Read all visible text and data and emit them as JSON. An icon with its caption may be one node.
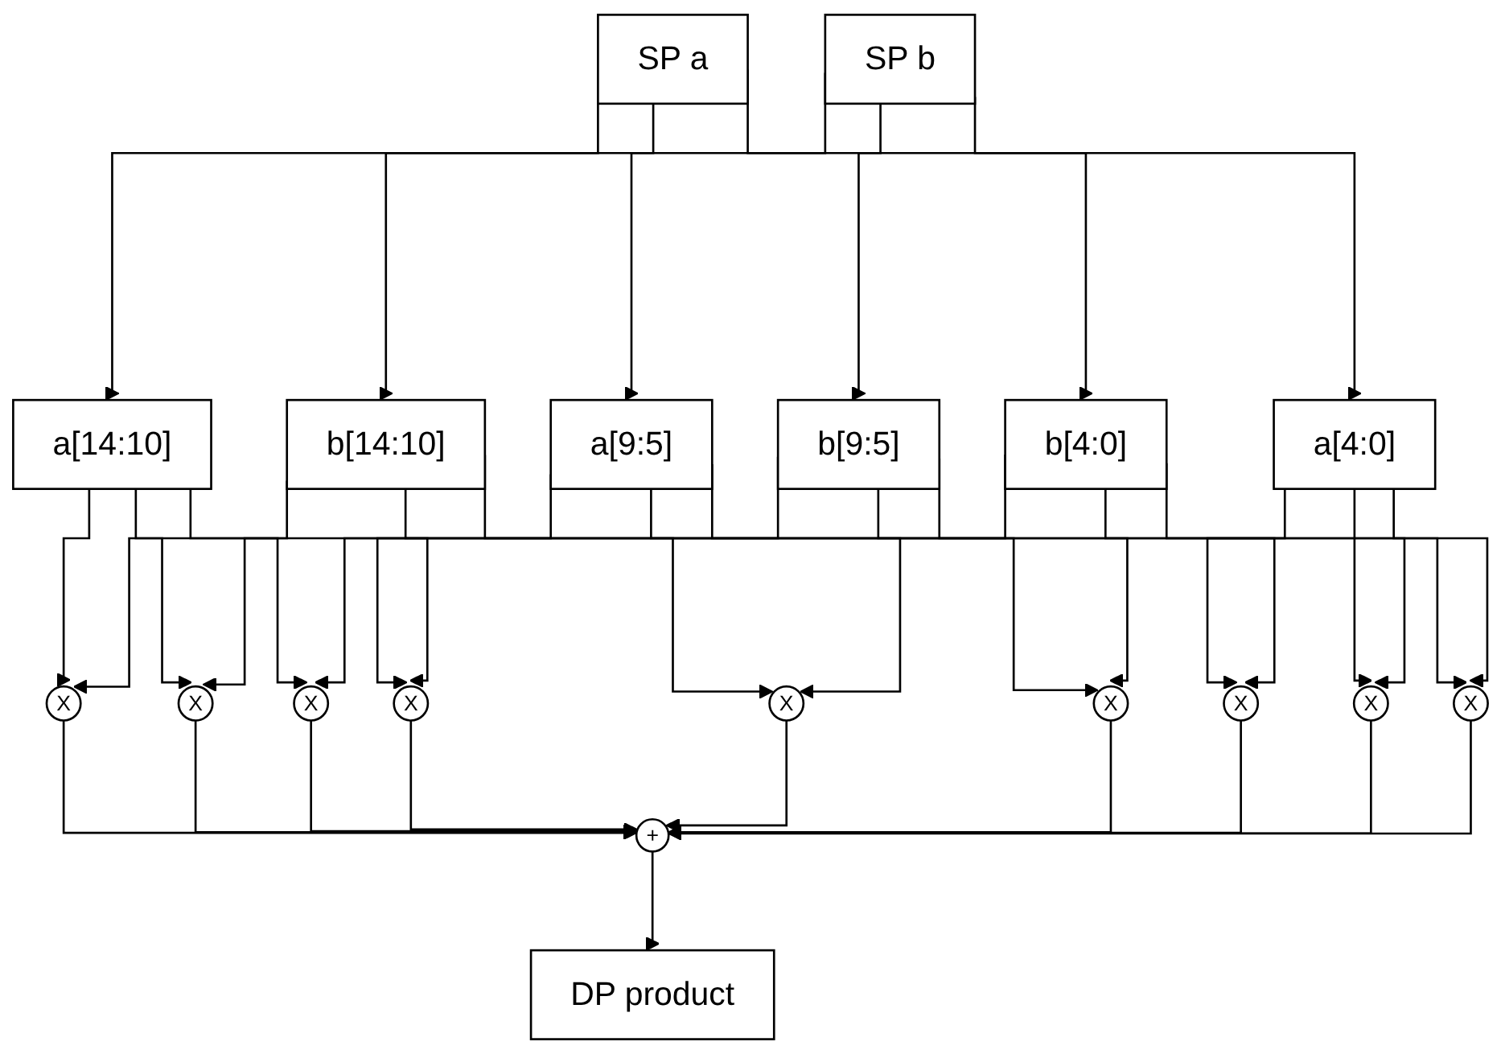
{
  "diagram": {
    "nodes": [
      {
        "text": [
          "SP a"
        ]
      },
      {
        "text": [
          "SP b"
        ]
      },
      {
        "text": [
          "a[14:10]"
        ]
      },
      {
        "text": [
          "a[9:5]"
        ]
      },
      {
        "text": [
          "a[4:0]"
        ]
      },
      {
        "text": [
          "b[14:10]"
        ]
      },
      {
        "text": [
          "b[9:5]"
        ]
      },
      {
        "text": [
          "b[4:0]"
        ]
      },
      {
        "text": [
          "X"
        ]
      },
      {
        "text": [
          "X"
        ]
      },
      {
        "text": [
          "X"
        ]
      },
      {
        "text": [
          "X"
        ]
      },
      {
        "text": [
          "X"
        ]
      },
      {
        "text": [
          "X"
        ]
      },
      {
        "text": [
          "X"
        ]
      },
      {
        "text": [
          "X"
        ]
      },
      {
        "text": [
          "X"
        ]
      },
      {
        "text": [
          "+"
        ]
      },
      {
        "text": [
          "DP product"
        ]
      }
    ],
    "edges": [
      {
        "from": 0,
        "to": 2,
        "arrow": "to"
      },
      {
        "from": 0,
        "to": 3,
        "arrow": "to"
      },
      {
        "from": 0,
        "to": 4,
        "arrow": "to"
      },
      {
        "from": 1,
        "to": 5,
        "arrow": "to"
      },
      {
        "from": 1,
        "to": 6,
        "arrow": "to"
      },
      {
        "from": 1,
        "to": 7,
        "arrow": "to"
      },
      {
        "from": 2,
        "to": 8,
        "arrow": "to"
      },
      {
        "from": 2,
        "to": 9,
        "arrow": "to"
      },
      {
        "from": 2,
        "to": 10,
        "arrow": "to"
      },
      {
        "from": 3,
        "to": 11,
        "arrow": "to"
      },
      {
        "from": 3,
        "to": 12,
        "arrow": "to"
      },
      {
        "from": 3,
        "to": 13,
        "arrow": "to"
      },
      {
        "from": 4,
        "to": 14,
        "arrow": "to"
      },
      {
        "from": 4,
        "to": 15,
        "arrow": "to"
      },
      {
        "from": 4,
        "to": 16,
        "arrow": "to"
      },
      {
        "from": 5,
        "to": 8,
        "arrow": "to"
      },
      {
        "from": 5,
        "to": 11,
        "arrow": "to"
      },
      {
        "from": 5,
        "to": 14,
        "arrow": "to"
      },
      {
        "from": 6,
        "to": 9,
        "arrow": "to"
      },
      {
        "from": 6,
        "to": 12,
        "arrow": "to"
      },
      {
        "from": 6,
        "to": 15,
        "arrow": "to"
      },
      {
        "from": 7,
        "to": 10,
        "arrow": "to"
      },
      {
        "from": 7,
        "to": 13,
        "arrow": "to"
      },
      {
        "from": 7,
        "to": 16,
        "arrow": "to"
      },
      {
        "from": 8,
        "to": 17,
        "arrow": "to"
      },
      {
        "from": 9,
        "to": 17,
        "arrow": "to"
      },
      {
        "from": 10,
        "to": 17,
        "arrow": "to"
      },
      {
        "from": 11,
        "to": 17,
        "arrow": "to"
      },
      {
        "from": 12,
        "to": 17,
        "arrow": "to"
      },
      {
        "from": 13,
        "to": 17,
        "arrow": "to"
      },
      {
        "from": 14,
        "to": 17,
        "arrow": "to"
      },
      {
        "from": 15,
        "to": 17,
        "arrow": "to"
      },
      {
        "from": 16,
        "to": 17,
        "arrow": "to"
      },
      {
        "from": 17,
        "to": 18,
        "arrow": "to"
      }
    ]
  }
}
